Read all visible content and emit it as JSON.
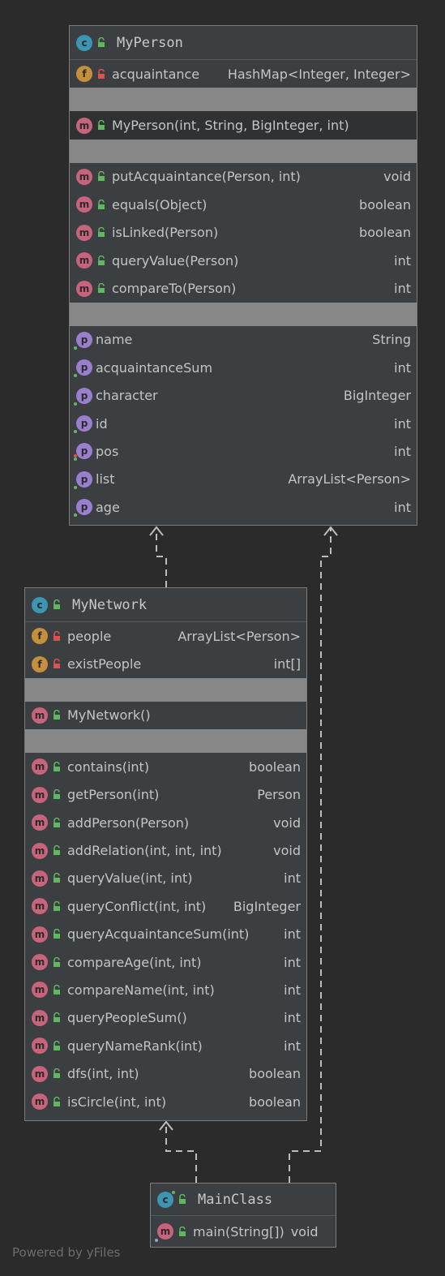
{
  "classes": {
    "myperson": {
      "name": "MyPerson",
      "fields": [
        {
          "name": "acquaintance",
          "type": "HashMap<Integer, Integer>"
        }
      ],
      "constructors": [
        {
          "name": "MyPerson(int, String, BigInteger, int)"
        }
      ],
      "methods": [
        {
          "name": "putAcquaintance(Person, int)",
          "type": "void"
        },
        {
          "name": "equals(Object)",
          "type": "boolean"
        },
        {
          "name": "isLinked(Person)",
          "type": "boolean"
        },
        {
          "name": "queryValue(Person)",
          "type": "int"
        },
        {
          "name": "compareTo(Person)",
          "type": "int"
        }
      ],
      "properties": [
        {
          "name": "name",
          "type": "String"
        },
        {
          "name": "acquaintanceSum",
          "type": "int"
        },
        {
          "name": "character",
          "type": "BigInteger"
        },
        {
          "name": "id",
          "type": "int"
        },
        {
          "name": "pos",
          "type": "int"
        },
        {
          "name": "list",
          "type": "ArrayList<Person>"
        },
        {
          "name": "age",
          "type": "int"
        }
      ]
    },
    "mynetwork": {
      "name": "MyNetwork",
      "fields": [
        {
          "name": "people",
          "type": "ArrayList<Person>"
        },
        {
          "name": "existPeople",
          "type": "int[]"
        }
      ],
      "constructors": [
        {
          "name": "MyNetwork()"
        }
      ],
      "methods": [
        {
          "name": "contains(int)",
          "type": "boolean"
        },
        {
          "name": "getPerson(int)",
          "type": "Person"
        },
        {
          "name": "addPerson(Person)",
          "type": "void"
        },
        {
          "name": "addRelation(int, int, int)",
          "type": "void"
        },
        {
          "name": "queryValue(int, int)",
          "type": "int"
        },
        {
          "name": "queryConflict(int, int)",
          "type": "BigInteger"
        },
        {
          "name": "queryAcquaintanceSum(int)",
          "type": "int"
        },
        {
          "name": "compareAge(int, int)",
          "type": "int"
        },
        {
          "name": "compareName(int, int)",
          "type": "int"
        },
        {
          "name": "queryPeopleSum()",
          "type": "int"
        },
        {
          "name": "queryNameRank(int)",
          "type": "int"
        },
        {
          "name": "dfs(int, int)",
          "type": "boolean"
        },
        {
          "name": "isCircle(int, int)",
          "type": "boolean"
        }
      ]
    },
    "mainclass": {
      "name": "MainClass",
      "methods": [
        {
          "name": "main(String[])",
          "type": "void"
        }
      ]
    }
  },
  "icons": {
    "class": "c",
    "field": "f",
    "method": "m",
    "property": "p"
  },
  "colors": {
    "background": "#2b2b2b",
    "class_icon": "#3d95b4",
    "field_icon": "#c58f3c",
    "method_icon": "#c7637d",
    "property_icon": "#9b7fcf",
    "public_lock": "#5fb85f",
    "private_lock": "#d9534f"
  },
  "footer": "Powered by yFiles"
}
